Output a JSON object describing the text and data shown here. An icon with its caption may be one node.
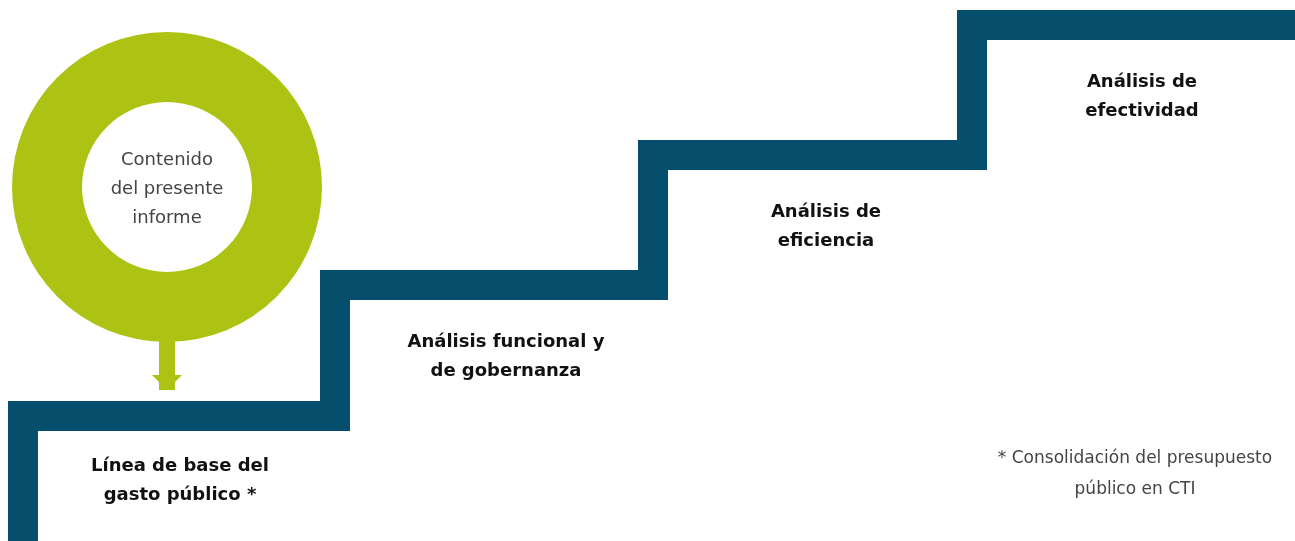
{
  "diagram": {
    "nodes": [
      {
        "text": [
          "Contenido del presente informe"
        ]
      },
      {
        "text": [
          "Línea de base del gasto público *"
        ]
      },
      {
        "text": [
          "Análisis funcional y de gobernanza"
        ]
      },
      {
        "text": [
          "Análisis de eficiencia"
        ]
      },
      {
        "text": [
          "Análisis de efectividad"
        ]
      }
    ],
    "edges": [
      {
        "from": 0,
        "to": 1,
        "arrow": "to",
        "color": "#adc314"
      }
    ],
    "labels": [
      "* Consolidación del presupuesto público en CTI"
    ]
  }
}
